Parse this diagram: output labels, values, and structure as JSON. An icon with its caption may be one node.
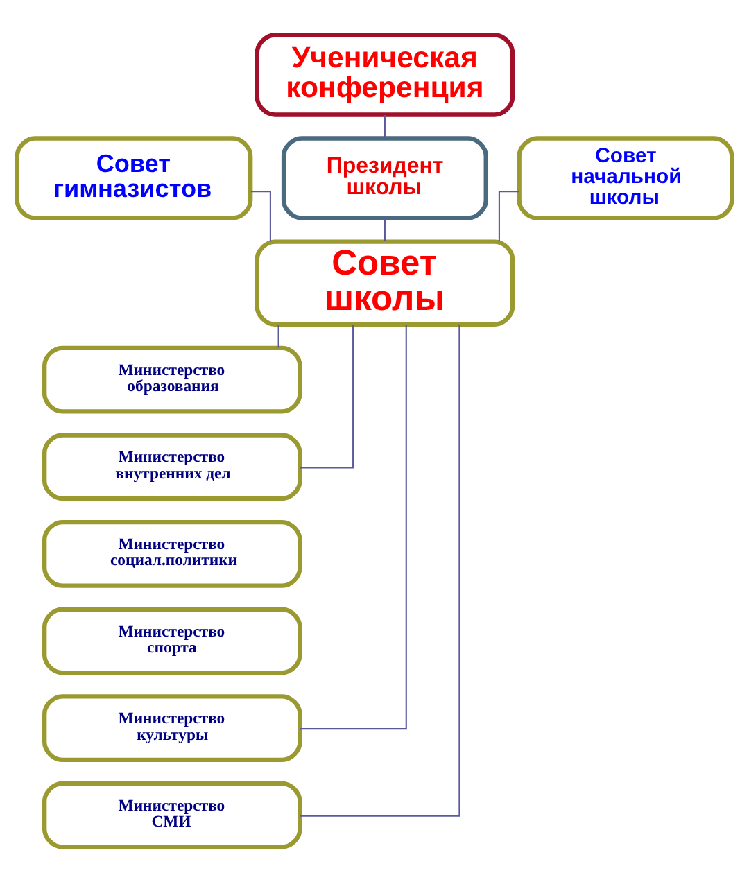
{
  "diagram": {
    "nodes": [
      {
        "text": [
          "Ученическая конференция"
        ]
      },
      {
        "text": [
          "Совет гимназистов"
        ]
      },
      {
        "text": [
          "Президент школы"
        ]
      },
      {
        "text": [
          "Совет начальной школы"
        ]
      },
      {
        "text": [
          "Совет школы"
        ]
      },
      {
        "text": [
          "Министерство образования"
        ]
      },
      {
        "text": [
          "Министерство внутренних дел"
        ]
      },
      {
        "text": [
          "Министерство социал.политики"
        ]
      },
      {
        "text": [
          "Министерство спорта"
        ]
      },
      {
        "text": [
          "Министерство культуры"
        ]
      },
      {
        "text": [
          "Министерство СМИ"
        ]
      }
    ],
    "edges": [
      {
        "from": 0,
        "to": 2,
        "arrow": "none"
      },
      {
        "from": 2,
        "to": 4,
        "arrow": "none"
      },
      {
        "from": 1,
        "to": 4,
        "arrow": "none"
      },
      {
        "from": 3,
        "to": 4,
        "arrow": "none"
      },
      {
        "from": 4,
        "to": 5,
        "arrow": "none"
      },
      {
        "from": 4,
        "to": 6,
        "arrow": "none"
      },
      {
        "from": 4,
        "to": 9,
        "arrow": "none"
      },
      {
        "from": 4,
        "to": 10,
        "arrow": "none"
      }
    ]
  }
}
